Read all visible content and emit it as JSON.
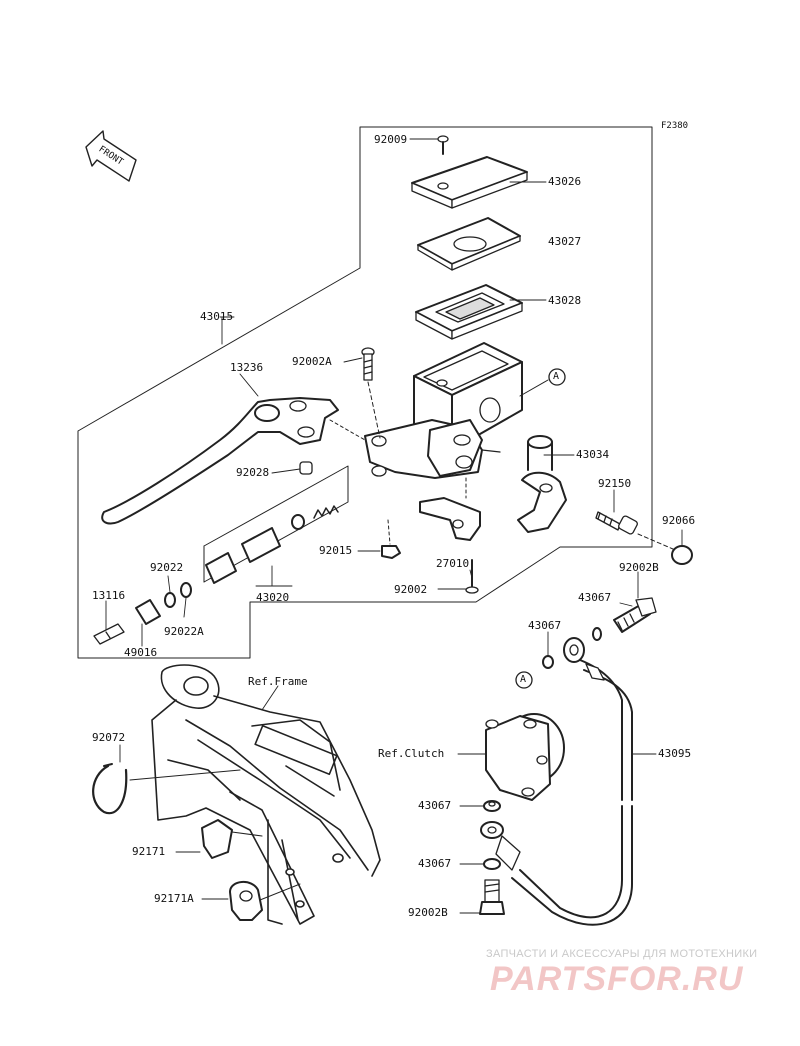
{
  "figure_code": "F2380",
  "front_label": "FRONT",
  "labels": {
    "p92009": "92009",
    "p43026": "43026",
    "p43027": "43027",
    "p43028": "43028",
    "p43015": "43015",
    "p13236": "13236",
    "p92002A": "92002A",
    "refA1": "A",
    "p43034": "43034",
    "p92028": "92028",
    "p92150": "92150",
    "p92066": "92066",
    "p92015": "92015",
    "p27010": "27010",
    "p92002": "92002",
    "p92022": "92022",
    "p13116": "13116",
    "p92022A": "92022A",
    "p49016": "49016",
    "p43020": "43020",
    "p92002B_top": "92002B",
    "p43067_a": "43067",
    "p43067_b": "43067",
    "refA2": "A",
    "ref_frame": "Ref.Frame",
    "p92072": "92072",
    "ref_clutch": "Ref.Clutch",
    "p43095": "43095",
    "p43067_c": "43067",
    "p92171": "92171",
    "p43067_d": "43067",
    "p92171A": "92171A",
    "p92002B_bot": "92002B"
  },
  "watermark": {
    "tagline": "ЗАПЧАСТИ И АКСЕССУАРЫ ДЛЯ МОТОТЕХНИКИ",
    "logo": "PARTSFOR.RU"
  }
}
